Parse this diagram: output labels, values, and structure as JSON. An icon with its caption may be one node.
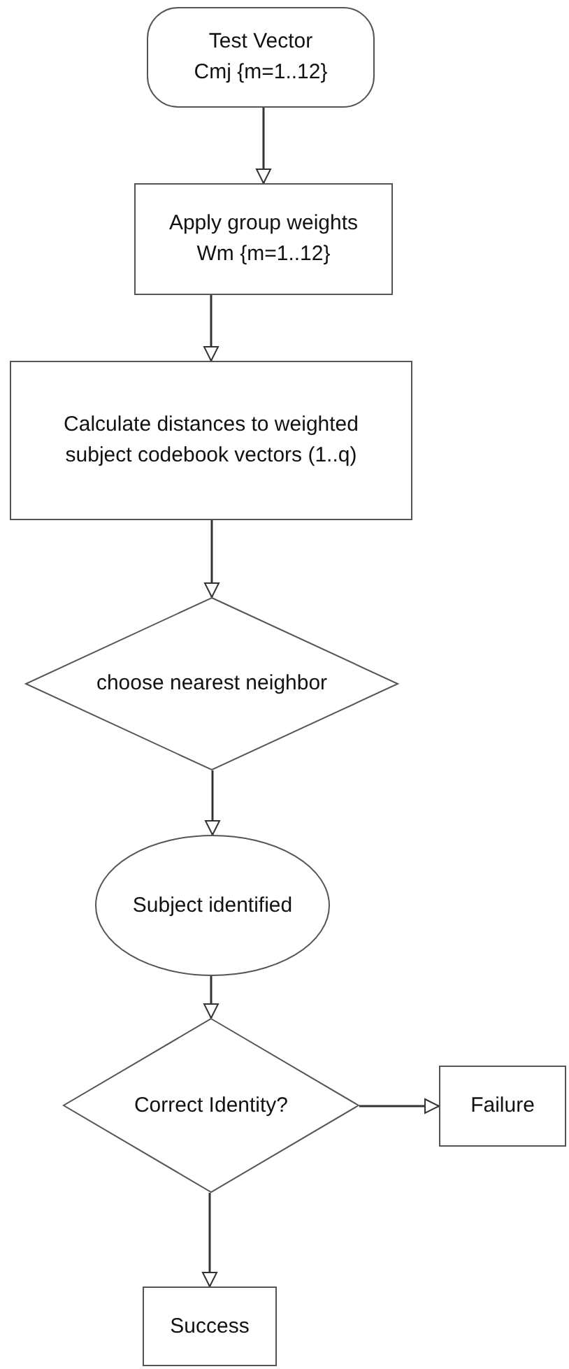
{
  "diagram": {
    "nodes": [
      {
        "text": [
          "Test Vector",
          "Cmj {m=1..12}"
        ]
      },
      {
        "text": [
          "Apply group weights",
          "Wm {m=1..12}"
        ]
      },
      {
        "text": [
          "Calculate distances to weighted subject codebook vectors (1..q)"
        ]
      },
      {
        "text": [
          "choose nearest neighbor"
        ]
      },
      {
        "text": [
          "Subject identified"
        ]
      },
      {
        "text": [
          "Correct Identity?"
        ]
      },
      {
        "text": [
          "Failure"
        ]
      },
      {
        "text": [
          "Success"
        ]
      }
    ],
    "edges": [
      {
        "from": 0,
        "to": 1,
        "arrow": "to"
      },
      {
        "from": 1,
        "to": 2,
        "arrow": "to"
      },
      {
        "from": 2,
        "to": 3,
        "arrow": "to"
      },
      {
        "from": 3,
        "to": 4,
        "arrow": "to"
      },
      {
        "from": 4,
        "to": 5,
        "arrow": "to"
      },
      {
        "from": 5,
        "to": 6,
        "arrow": "to"
      },
      {
        "from": 5,
        "to": 7,
        "arrow": "to"
      }
    ]
  }
}
